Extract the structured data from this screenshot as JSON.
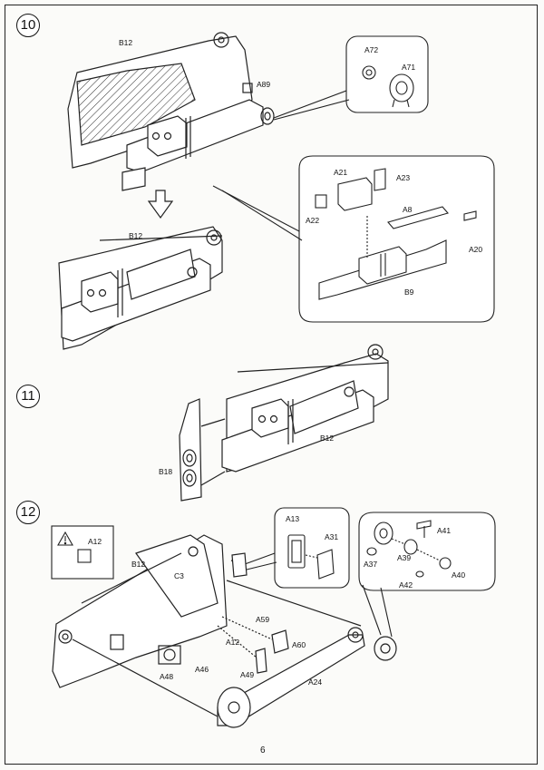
{
  "steps": [
    "10",
    "11",
    "12"
  ],
  "page_number": "6",
  "parts": {
    "step10": {
      "b12_top": "B12",
      "a89": "A89",
      "a72": "A72",
      "a71": "A71",
      "b12_mid": "B12",
      "a21": "A21",
      "a23": "A23",
      "a22": "A22",
      "a8": "A8",
      "a20": "A20",
      "b9": "B9"
    },
    "step11": {
      "b12": "B12",
      "b18": "B18"
    },
    "step12": {
      "a12_warn": "A12",
      "b12": "B12",
      "c3": "C3",
      "a13": "A13",
      "a31": "A31",
      "a41": "A41",
      "a37": "A37",
      "a39": "A39",
      "a40": "A40",
      "a42": "A42",
      "a59": "A59",
      "a60": "A60",
      "a12": "A12",
      "a49": "A49",
      "a48": "A48",
      "a46": "A46",
      "a24": "A24"
    }
  }
}
